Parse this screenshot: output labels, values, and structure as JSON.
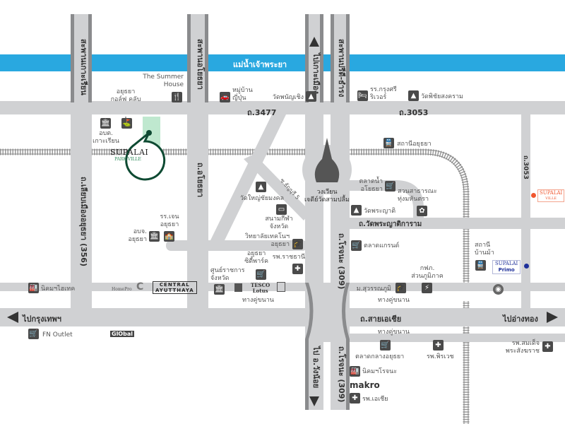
{
  "colors": {
    "river": "#29a8e0",
    "road": "#d0d1d3",
    "road_dark": "#8a8b8d",
    "icon": "#4a4a4a",
    "project": "#0e4a32",
    "project_area": "#bfe8cf",
    "supalai_ville": "#f0562e",
    "supalai_primo": "#1d2f9a"
  },
  "river": {
    "label": "แม่น้ำเจ้าพระยา"
  },
  "roads": {
    "r3477": "ถ.3477",
    "r3053_h": "ถ.3053",
    "r3053_v": "ถ.3053",
    "ko_rian_bridge": "สะพานเกาะเรียน",
    "liap_mueang": "ถ.เลียบเมืองอยุธยา (356)",
    "ayothaya_bridge": "สะพานอโยธยา",
    "ayothaya_rd": "ถ.อโยธยา",
    "to_ko_mueang": "ไปเกาะเมือง",
    "pridi_bridge": "สะพานปรีดี-ธำรง",
    "soi_thanbun": "ซ.ธัญบุรี 5",
    "wat_phraya": "ถ.วัดพระญาติการาม",
    "rojana_1": "ถ.โรจนะ (309)",
    "rojana_2": "ถ.โรจนะ (309)",
    "to_wang_noi": "ไป อ.วังน้อย",
    "asia": "ถ.สายเอเชีย",
    "frontage_1": "ทางคู่ขนาน",
    "frontage_2": "ทางคู่ขนาน",
    "frontage_3": "ทางคู่ขนาน",
    "to_bangkok": "ไปกรุงเทพฯ",
    "to_ang_thong": "ไปอ่างทอง"
  },
  "places": {
    "summer_house": "The Summer\nHouse",
    "golf": "อยุธยา\nกอล์ฟ คลับ",
    "obt": "อบต.\nเกาะเรียน",
    "japan_village": "หมู่บ้าน\nญี่ปุ่น",
    "wat_phanan": "วัดพนัญเชิง",
    "krungsri_river": "รร.กรุงศรี\nริเวอร์",
    "wat_wichai": "วัดพิชัยสงคราม",
    "station": "สถานีอยุธยา",
    "roundabout": "วงเวียน\nเจดีย์วัดสามปลื้ม",
    "floating_market": "ตลาดน้ำ\nอโยธยา",
    "park": "สวนสาธารณะ\nทุ่งมหันตรา",
    "wat_phrayat": "วัดพระญาติ",
    "wat_yai": "วัดใหญ่ชัยมงคล",
    "stadium": "สนามกีฬา\nจังหวัด",
    "tech_college": "วิทยาลัยเทคโนฯ\nอยุธยา",
    "school": "รร.เจน\nอยุธยา",
    "pao": "อบจ.\nอยุธยา",
    "ratchathani": "รพ.ราชธานี",
    "city_park": "อยุธยา\nซิตี้พาร์ค",
    "gov_center": "ศูนย์ราชการ\nจังหวัด",
    "talad_grand": "ตลาดแกรนด์",
    "ban_ma": "สถานี\nบ้านม้า",
    "pea": "กฟภ.\nส่วนภูมิภาค",
    "suvarnabhumi_u": "ม.สุวรรณภูมิ",
    "hi_tech": "นิคมฯไฮเทค",
    "fn_outlet": "FN Outlet",
    "central_market": "ตลาดกลางอยุธยา",
    "phirawet": "รพ.พิรเวช",
    "somdej": "รพ.สมเด็จ\nพระสังฆราช",
    "rojana_estate": "นิคมฯโรจนะ",
    "makro": "makro",
    "asia_hosp": "รพ.เอเชีย"
  },
  "logos": {
    "project": "SUPALAI",
    "project_sub": "PARK VILLE",
    "ville": "SUPALAI",
    "ville_sub": "VILLE",
    "primo": "SUPALAI",
    "primo_sub": "Primo",
    "central": "CENTRAL\nAYUTTHAYA",
    "homepro": "HomePro",
    "tesco": "TESCO\nLotus",
    "global": "GlObal"
  },
  "icons": [
    "restaurant-icon",
    "golf-icon",
    "government-icon",
    "car-icon",
    "temple-icon",
    "hotel-icon",
    "train-icon",
    "market-icon",
    "park-icon",
    "stadium-icon",
    "school-icon",
    "hospital-icon",
    "factory-icon",
    "power-icon",
    "gas-station-icon"
  ]
}
